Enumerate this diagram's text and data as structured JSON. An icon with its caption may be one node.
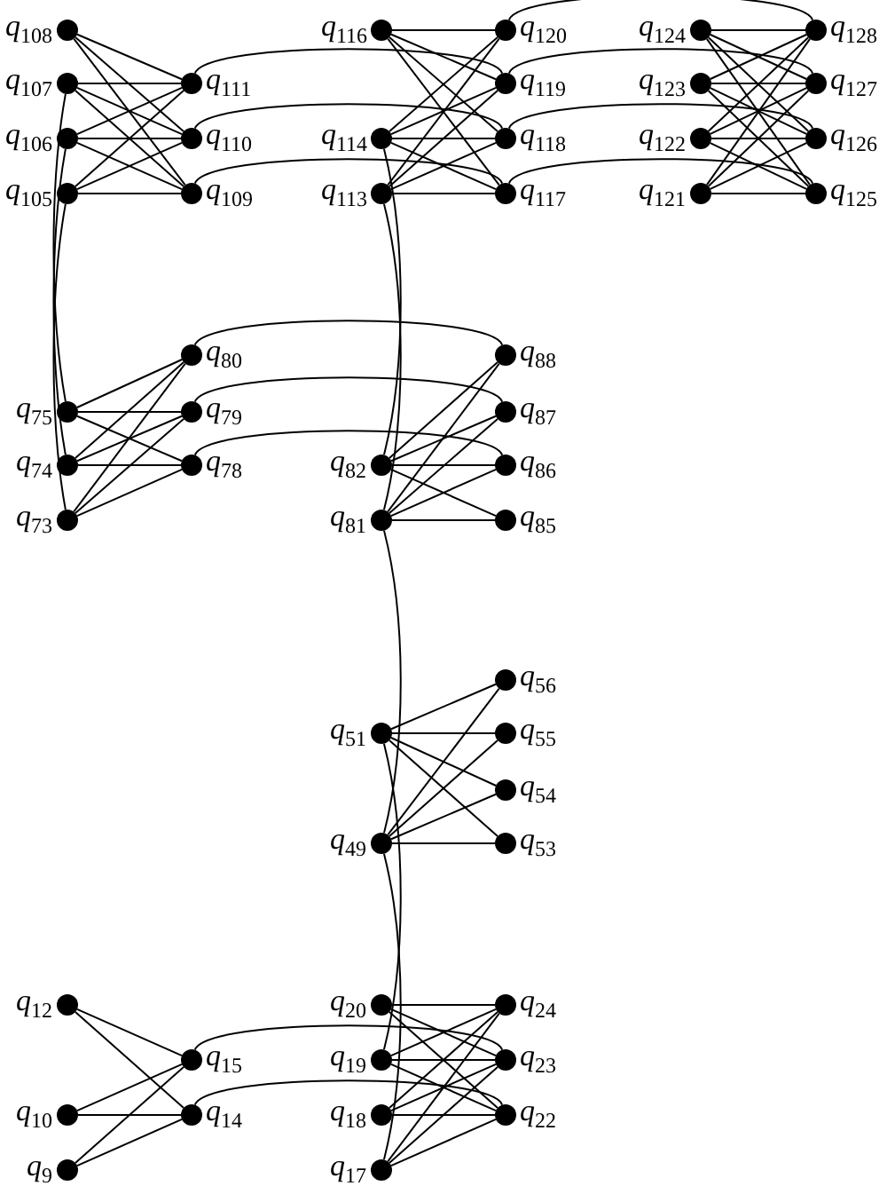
{
  "diagram": {
    "nodes": [
      {
        "text": [],
        "shape": "circle",
        "beside": [
          "*q*$_{108}$"
        ]
      },
      {
        "text": [],
        "shape": "circle",
        "beside": [
          "*q*$_{116}$"
        ]
      },
      {
        "text": [],
        "shape": "circle",
        "beside": [
          "*q*$_{120}$"
        ]
      },
      {
        "text": [],
        "shape": "circle",
        "beside": [
          "*q*$_{124}$"
        ]
      },
      {
        "text": [],
        "shape": "circle",
        "beside": [
          "*q*$_{128}$"
        ]
      },
      {
        "text": [],
        "shape": "circle",
        "beside": [
          "*q*$_{107}$"
        ]
      },
      {
        "text": [],
        "shape": "circle",
        "beside": [
          "*q*$_{111}$"
        ]
      },
      {
        "text": [],
        "shape": "circle",
        "beside": [
          "*q*$_{119}$"
        ]
      },
      {
        "text": [],
        "shape": "circle",
        "beside": [
          "*q*$_{123}$"
        ]
      },
      {
        "text": [],
        "shape": "circle",
        "beside": [
          "*q*$_{127}$"
        ]
      },
      {
        "text": [],
        "shape": "circle",
        "beside": [
          "*q*$_{106}$"
        ]
      },
      {
        "text": [],
        "shape": "circle",
        "beside": [
          "*q*$_{110}$"
        ]
      },
      {
        "text": [],
        "shape": "circle",
        "beside": [
          "*q*$_{114}$"
        ]
      },
      {
        "text": [],
        "shape": "circle",
        "beside": [
          "*q*$_{118}$"
        ]
      },
      {
        "text": [],
        "shape": "circle",
        "beside": [
          "*q*$_{122}$"
        ]
      },
      {
        "text": [],
        "shape": "circle",
        "beside": [
          "*q*$_{126}$"
        ]
      },
      {
        "text": [],
        "shape": "circle",
        "beside": [
          "*q*$_{105}$"
        ]
      },
      {
        "text": [],
        "shape": "circle",
        "beside": [
          "*q*$_{109}$"
        ]
      },
      {
        "text": [],
        "shape": "circle",
        "beside": [
          "*q*$_{113}$"
        ]
      },
      {
        "text": [],
        "shape": "circle",
        "beside": [
          "*q*$_{117}$"
        ]
      },
      {
        "text": [],
        "shape": "circle",
        "beside": [
          "*q*$_{121}$"
        ]
      },
      {
        "text": [],
        "shape": "circle",
        "beside": [
          "*q*$_{125}$"
        ]
      },
      {
        "text": [],
        "shape": "circle",
        "beside": [
          "*q*$_{80}$"
        ]
      },
      {
        "text": [],
        "shape": "circle",
        "beside": [
          "*q*$_{88}$"
        ]
      },
      {
        "text": [],
        "shape": "circle",
        "beside": [
          "*q*$_{75}$"
        ]
      },
      {
        "text": [],
        "shape": "circle",
        "beside": [
          "*q*$_{79}$"
        ]
      },
      {
        "text": [],
        "shape": "circle",
        "beside": [
          "*q*$_{87}$"
        ]
      },
      {
        "text": [],
        "shape": "circle",
        "beside": [
          "*q*$_{74}$"
        ]
      },
      {
        "text": [],
        "shape": "circle",
        "beside": [
          "*q*$_{78}$"
        ]
      },
      {
        "text": [],
        "shape": "circle",
        "beside": [
          "*q*$_{82}$"
        ]
      },
      {
        "text": [],
        "shape": "circle",
        "beside": [
          "*q*$_{86}$"
        ]
      },
      {
        "text": [],
        "shape": "circle",
        "beside": [
          "*q*$_{73}$"
        ]
      },
      {
        "text": [],
        "shape": "circle",
        "beside": [
          "*q*$_{81}$"
        ]
      },
      {
        "text": [],
        "shape": "circle",
        "beside": [
          "*q*$_{85}$"
        ]
      },
      {
        "text": [],
        "shape": "circle",
        "beside": [
          "*q*$_{56}$"
        ]
      },
      {
        "text": [],
        "shape": "circle",
        "beside": [
          "*q*$_{51}$"
        ]
      },
      {
        "text": [],
        "shape": "circle",
        "beside": [
          "*q*$_{55}$"
        ]
      },
      {
        "text": [],
        "shape": "circle",
        "beside": [
          "*q*$_{54}$"
        ]
      },
      {
        "text": [],
        "shape": "circle",
        "beside": [
          "*q*$_{49}$"
        ]
      },
      {
        "text": [],
        "shape": "circle",
        "beside": [
          "*q*$_{53}$"
        ]
      },
      {
        "text": [],
        "shape": "circle",
        "beside": [
          "*q*$_{12}$"
        ]
      },
      {
        "text": [],
        "shape": "circle",
        "beside": [
          "*q*$_{20}$"
        ]
      },
      {
        "text": [],
        "shape": "circle",
        "beside": [
          "*q*$_{24}$"
        ]
      },
      {
        "text": [],
        "shape": "circle",
        "beside": [
          "*q*$_{15}$"
        ]
      },
      {
        "text": [],
        "shape": "circle",
        "beside": [
          "*q*$_{19}$"
        ]
      },
      {
        "text": [],
        "shape": "circle",
        "beside": [
          "*q*$_{23}$"
        ]
      },
      {
        "text": [],
        "shape": "circle",
        "beside": [
          "*q*$_{10}$"
        ]
      },
      {
        "text": [],
        "shape": "circle",
        "beside": [
          "*q*$_{14}$"
        ]
      },
      {
        "text": [],
        "shape": "circle",
        "beside": [
          "*q*$_{18}$"
        ]
      },
      {
        "text": [],
        "shape": "circle",
        "beside": [
          "*q*$_{22}$"
        ]
      },
      {
        "text": [],
        "shape": "circle",
        "beside": [
          "*q*$_{9}$"
        ]
      },
      {
        "text": [],
        "shape": "circle",
        "beside": [
          "*q*$_{17}$"
        ]
      }
    ],
    "edges": [
      {
        "from": 0,
        "to": 6,
        "arrow": "none"
      },
      {
        "from": 0,
        "to": 11,
        "arrow": "none"
      },
      {
        "from": 0,
        "to": 17,
        "arrow": "none"
      },
      {
        "from": 5,
        "to": 6,
        "arrow": "none"
      },
      {
        "from": 5,
        "to": 11,
        "arrow": "none"
      },
      {
        "from": 5,
        "to": 17,
        "arrow": "none"
      },
      {
        "from": 10,
        "to": 6,
        "arrow": "none"
      },
      {
        "from": 10,
        "to": 11,
        "arrow": "none"
      },
      {
        "from": 10,
        "to": 17,
        "arrow": "none"
      },
      {
        "from": 16,
        "to": 6,
        "arrow": "none"
      },
      {
        "from": 16,
        "to": 11,
        "arrow": "none"
      },
      {
        "from": 16,
        "to": 17,
        "arrow": "none"
      },
      {
        "from": 1,
        "to": 2,
        "arrow": "none"
      },
      {
        "from": 1,
        "to": 7,
        "arrow": "none"
      },
      {
        "from": 1,
        "to": 13,
        "arrow": "none"
      },
      {
        "from": 1,
        "to": 19,
        "arrow": "none"
      },
      {
        "from": 12,
        "to": 2,
        "arrow": "none"
      },
      {
        "from": 12,
        "to": 7,
        "arrow": "none"
      },
      {
        "from": 12,
        "to": 13,
        "arrow": "none"
      },
      {
        "from": 12,
        "to": 19,
        "arrow": "none"
      },
      {
        "from": 18,
        "to": 2,
        "arrow": "none"
      },
      {
        "from": 18,
        "to": 7,
        "arrow": "none"
      },
      {
        "from": 18,
        "to": 13,
        "arrow": "none"
      },
      {
        "from": 18,
        "to": 19,
        "arrow": "none"
      },
      {
        "from": 3,
        "to": 4,
        "arrow": "none"
      },
      {
        "from": 3,
        "to": 9,
        "arrow": "none"
      },
      {
        "from": 3,
        "to": 15,
        "arrow": "none"
      },
      {
        "from": 3,
        "to": 21,
        "arrow": "none"
      },
      {
        "from": 8,
        "to": 4,
        "arrow": "none"
      },
      {
        "from": 8,
        "to": 9,
        "arrow": "none"
      },
      {
        "from": 8,
        "to": 15,
        "arrow": "none"
      },
      {
        "from": 8,
        "to": 21,
        "arrow": "none"
      },
      {
        "from": 14,
        "to": 4,
        "arrow": "none"
      },
      {
        "from": 14,
        "to": 9,
        "arrow": "none"
      },
      {
        "from": 14,
        "to": 15,
        "arrow": "none"
      },
      {
        "from": 14,
        "to": 21,
        "arrow": "none"
      },
      {
        "from": 20,
        "to": 4,
        "arrow": "none"
      },
      {
        "from": 20,
        "to": 9,
        "arrow": "none"
      },
      {
        "from": 20,
        "to": 15,
        "arrow": "none"
      },
      {
        "from": 20,
        "to": 21,
        "arrow": "none"
      },
      {
        "from": 24,
        "to": 22,
        "arrow": "none"
      },
      {
        "from": 24,
        "to": 25,
        "arrow": "none"
      },
      {
        "from": 24,
        "to": 28,
        "arrow": "none"
      },
      {
        "from": 27,
        "to": 22,
        "arrow": "none"
      },
      {
        "from": 27,
        "to": 25,
        "arrow": "none"
      },
      {
        "from": 27,
        "to": 28,
        "arrow": "none"
      },
      {
        "from": 31,
        "to": 22,
        "arrow": "none"
      },
      {
        "from": 31,
        "to": 25,
        "arrow": "none"
      },
      {
        "from": 31,
        "to": 28,
        "arrow": "none"
      },
      {
        "from": 29,
        "to": 23,
        "arrow": "none"
      },
      {
        "from": 29,
        "to": 26,
        "arrow": "none"
      },
      {
        "from": 29,
        "to": 30,
        "arrow": "none"
      },
      {
        "from": 29,
        "to": 33,
        "arrow": "none"
      },
      {
        "from": 32,
        "to": 23,
        "arrow": "none"
      },
      {
        "from": 32,
        "to": 26,
        "arrow": "none"
      },
      {
        "from": 32,
        "to": 30,
        "arrow": "none"
      },
      {
        "from": 32,
        "to": 33,
        "arrow": "none"
      },
      {
        "from": 35,
        "to": 34,
        "arrow": "none"
      },
      {
        "from": 35,
        "to": 36,
        "arrow": "none"
      },
      {
        "from": 35,
        "to": 37,
        "arrow": "none"
      },
      {
        "from": 35,
        "to": 39,
        "arrow": "none"
      },
      {
        "from": 38,
        "to": 34,
        "arrow": "none"
      },
      {
        "from": 38,
        "to": 36,
        "arrow": "none"
      },
      {
        "from": 38,
        "to": 37,
        "arrow": "none"
      },
      {
        "from": 38,
        "to": 39,
        "arrow": "none"
      },
      {
        "from": 40,
        "to": 43,
        "arrow": "none"
      },
      {
        "from": 40,
        "to": 47,
        "arrow": "none"
      },
      {
        "from": 46,
        "to": 43,
        "arrow": "none"
      },
      {
        "from": 46,
        "to": 47,
        "arrow": "none"
      },
      {
        "from": 50,
        "to": 43,
        "arrow": "none"
      },
      {
        "from": 50,
        "to": 47,
        "arrow": "none"
      },
      {
        "from": 41,
        "to": 42,
        "arrow": "none"
      },
      {
        "from": 41,
        "to": 45,
        "arrow": "none"
      },
      {
        "from": 41,
        "to": 49,
        "arrow": "none"
      },
      {
        "from": 44,
        "to": 42,
        "arrow": "none"
      },
      {
        "from": 44,
        "to": 45,
        "arrow": "none"
      },
      {
        "from": 44,
        "to": 49,
        "arrow": "none"
      },
      {
        "from": 48,
        "to": 42,
        "arrow": "none"
      },
      {
        "from": 48,
        "to": 45,
        "arrow": "none"
      },
      {
        "from": 48,
        "to": 49,
        "arrow": "none"
      },
      {
        "from": 51,
        "to": 42,
        "arrow": "none"
      },
      {
        "from": 51,
        "to": 45,
        "arrow": "none"
      },
      {
        "from": 51,
        "to": 49,
        "arrow": "none"
      },
      {
        "from": 6,
        "to": 7,
        "arrow": "none"
      },
      {
        "from": 11,
        "to": 13,
        "arrow": "none"
      },
      {
        "from": 17,
        "to": 19,
        "arrow": "none"
      },
      {
        "from": 2,
        "to": 4,
        "arrow": "none"
      },
      {
        "from": 7,
        "to": 9,
        "arrow": "none"
      },
      {
        "from": 13,
        "to": 15,
        "arrow": "none"
      },
      {
        "from": 19,
        "to": 21,
        "arrow": "none"
      },
      {
        "from": 22,
        "to": 23,
        "arrow": "none"
      },
      {
        "from": 25,
        "to": 26,
        "arrow": "none"
      },
      {
        "from": 28,
        "to": 30,
        "arrow": "none"
      },
      {
        "from": 43,
        "to": 45,
        "arrow": "none"
      },
      {
        "from": 47,
        "to": 49,
        "arrow": "none"
      },
      {
        "from": 5,
        "to": 24,
        "arrow": "none"
      },
      {
        "from": 10,
        "to": 27,
        "arrow": "none"
      },
      {
        "from": 16,
        "to": 31,
        "arrow": "none"
      },
      {
        "from": 12,
        "to": 29,
        "arrow": "none"
      },
      {
        "from": 18,
        "to": 32,
        "arrow": "none"
      },
      {
        "from": 32,
        "to": 38,
        "arrow": "none"
      },
      {
        "from": 35,
        "to": 44,
        "arrow": "none"
      },
      {
        "from": 38,
        "to": 51,
        "arrow": "none"
      }
    ]
  }
}
